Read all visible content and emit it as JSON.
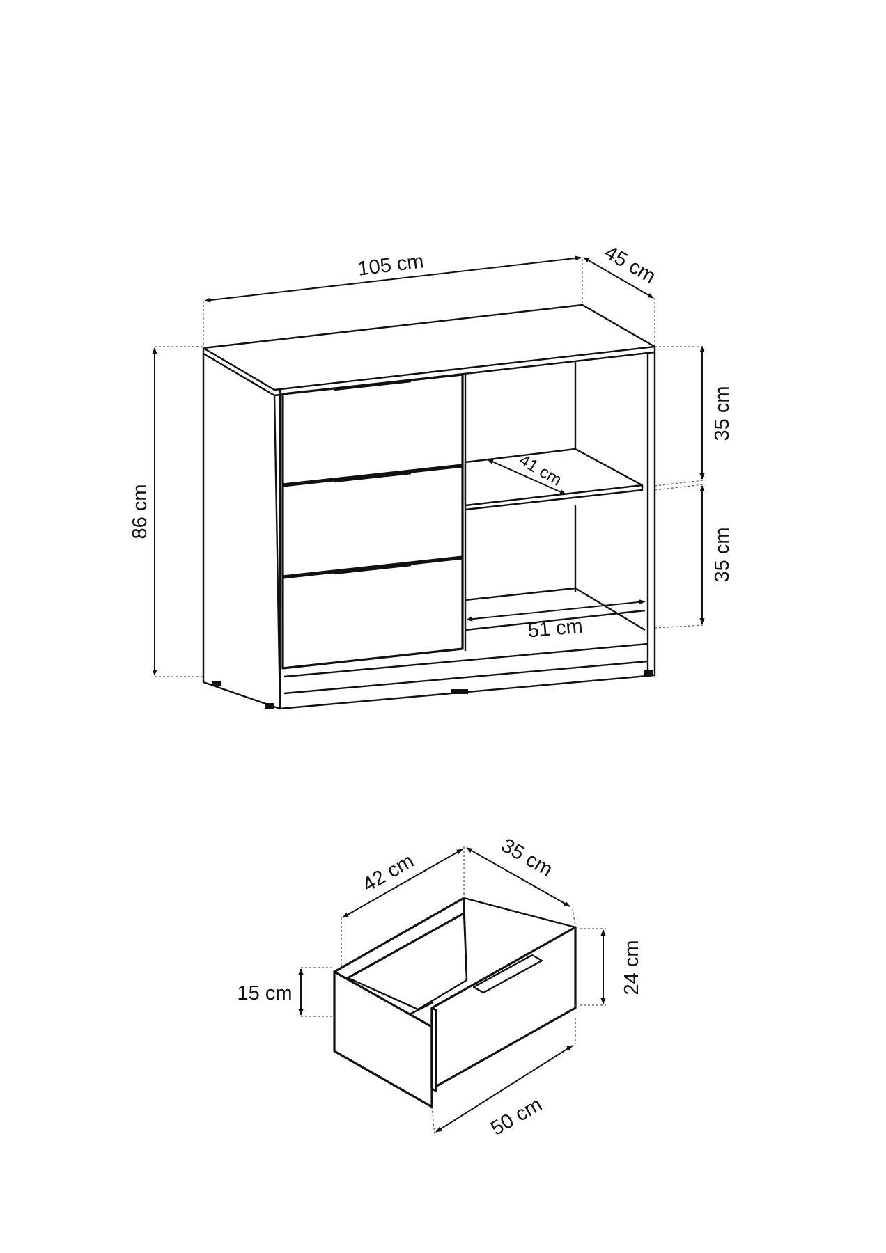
{
  "dresser": {
    "width_label": "105 cm",
    "depth_label": "45 cm",
    "height_label": "86 cm",
    "shelf_upper_height_label": "35 cm",
    "shelf_lower_height_label": "35 cm",
    "shelf_depth_label": "41 cm",
    "shelf_width_label": "51 cm"
  },
  "drawer": {
    "depth_label": "42 cm",
    "side_label": "35 cm",
    "inner_height_label": "15 cm",
    "front_height_label": "24 cm",
    "front_width_label": "50 cm"
  }
}
